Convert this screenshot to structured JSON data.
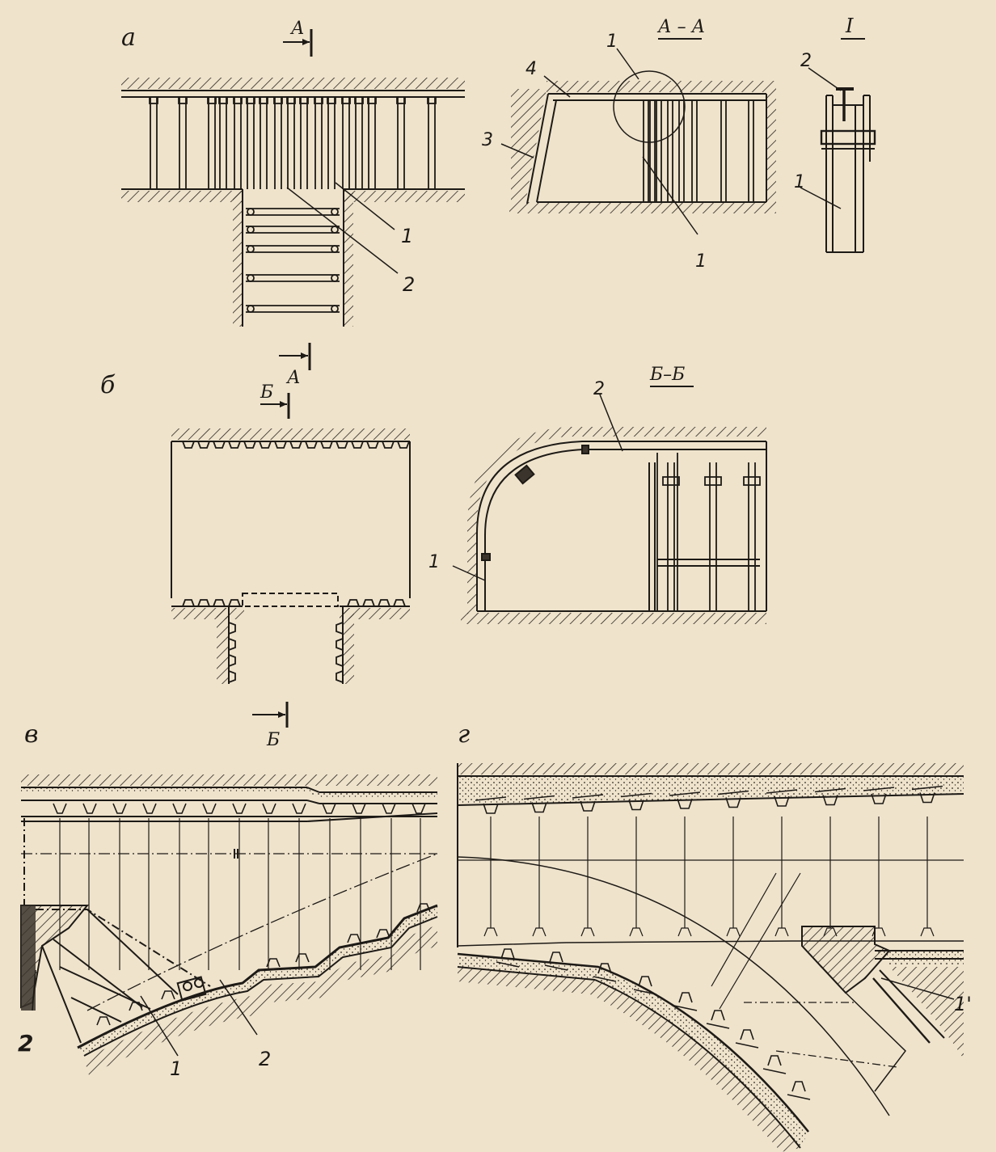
{
  "panels": {
    "a": {
      "letter": "а",
      "section_arrow_top": "А",
      "section_arrow_bottom": "А",
      "callouts": [
        "1",
        "2"
      ]
    },
    "aa": {
      "title": "А – А",
      "callouts": [
        "4",
        "3",
        "1",
        "1"
      ]
    },
    "detail": {
      "title": "I",
      "callouts": [
        "2",
        "1"
      ]
    },
    "b": {
      "letter": "б",
      "section_arrow_top": "Б",
      "section_arrow_bottom": "Б"
    },
    "bb": {
      "title": "Б–Б",
      "callouts": [
        "2",
        "1"
      ]
    },
    "v": {
      "letter": "в",
      "callouts": [
        "1",
        "2"
      ],
      "side_mark": "2"
    },
    "g": {
      "letter": "г",
      "callouts": [
        "1'"
      ]
    }
  },
  "colors": {
    "ink": "#1d1a16",
    "paper": "#efe3cc",
    "fill": "#3a342c"
  }
}
